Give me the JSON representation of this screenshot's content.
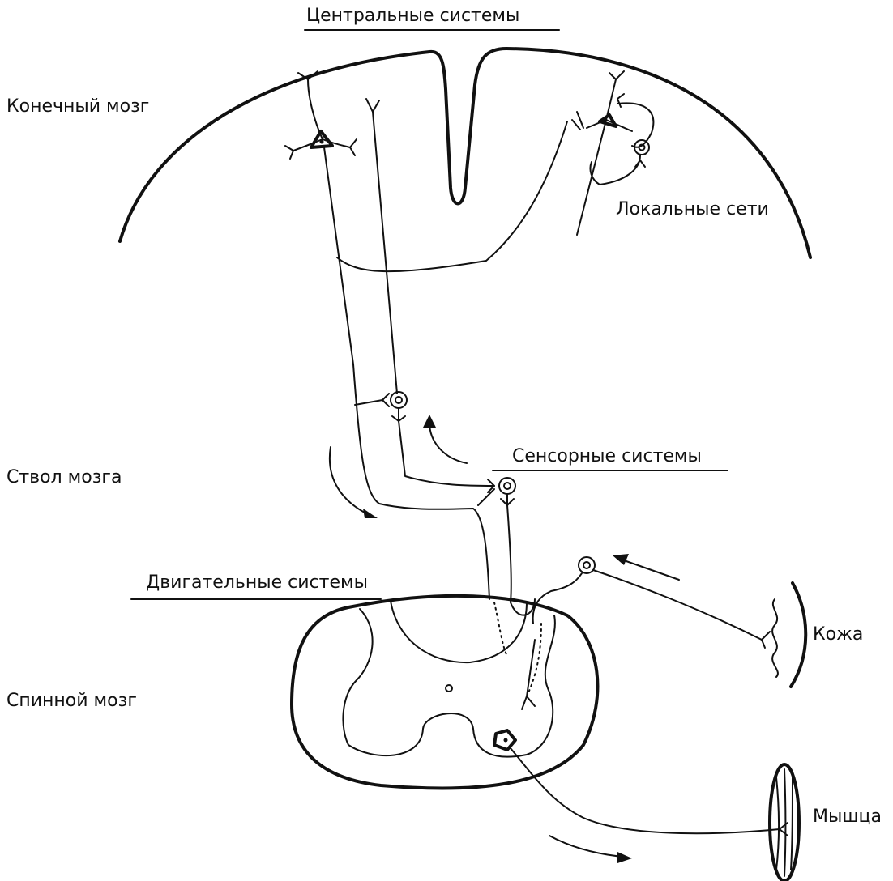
{
  "labels": {
    "central": "Центральные системы",
    "telencephalon": "Конечный мозг",
    "local_networks": "Локальные сети",
    "brainstem": "Ствол мозга",
    "sensory": "Сенсорные системы",
    "motor": "Двигательные системы",
    "spinal_cord": "Спинной мозг",
    "skin": "Кожа",
    "muscle": "Мышца"
  },
  "colors": {
    "ink": "#111111",
    "background": "#ffffff"
  }
}
